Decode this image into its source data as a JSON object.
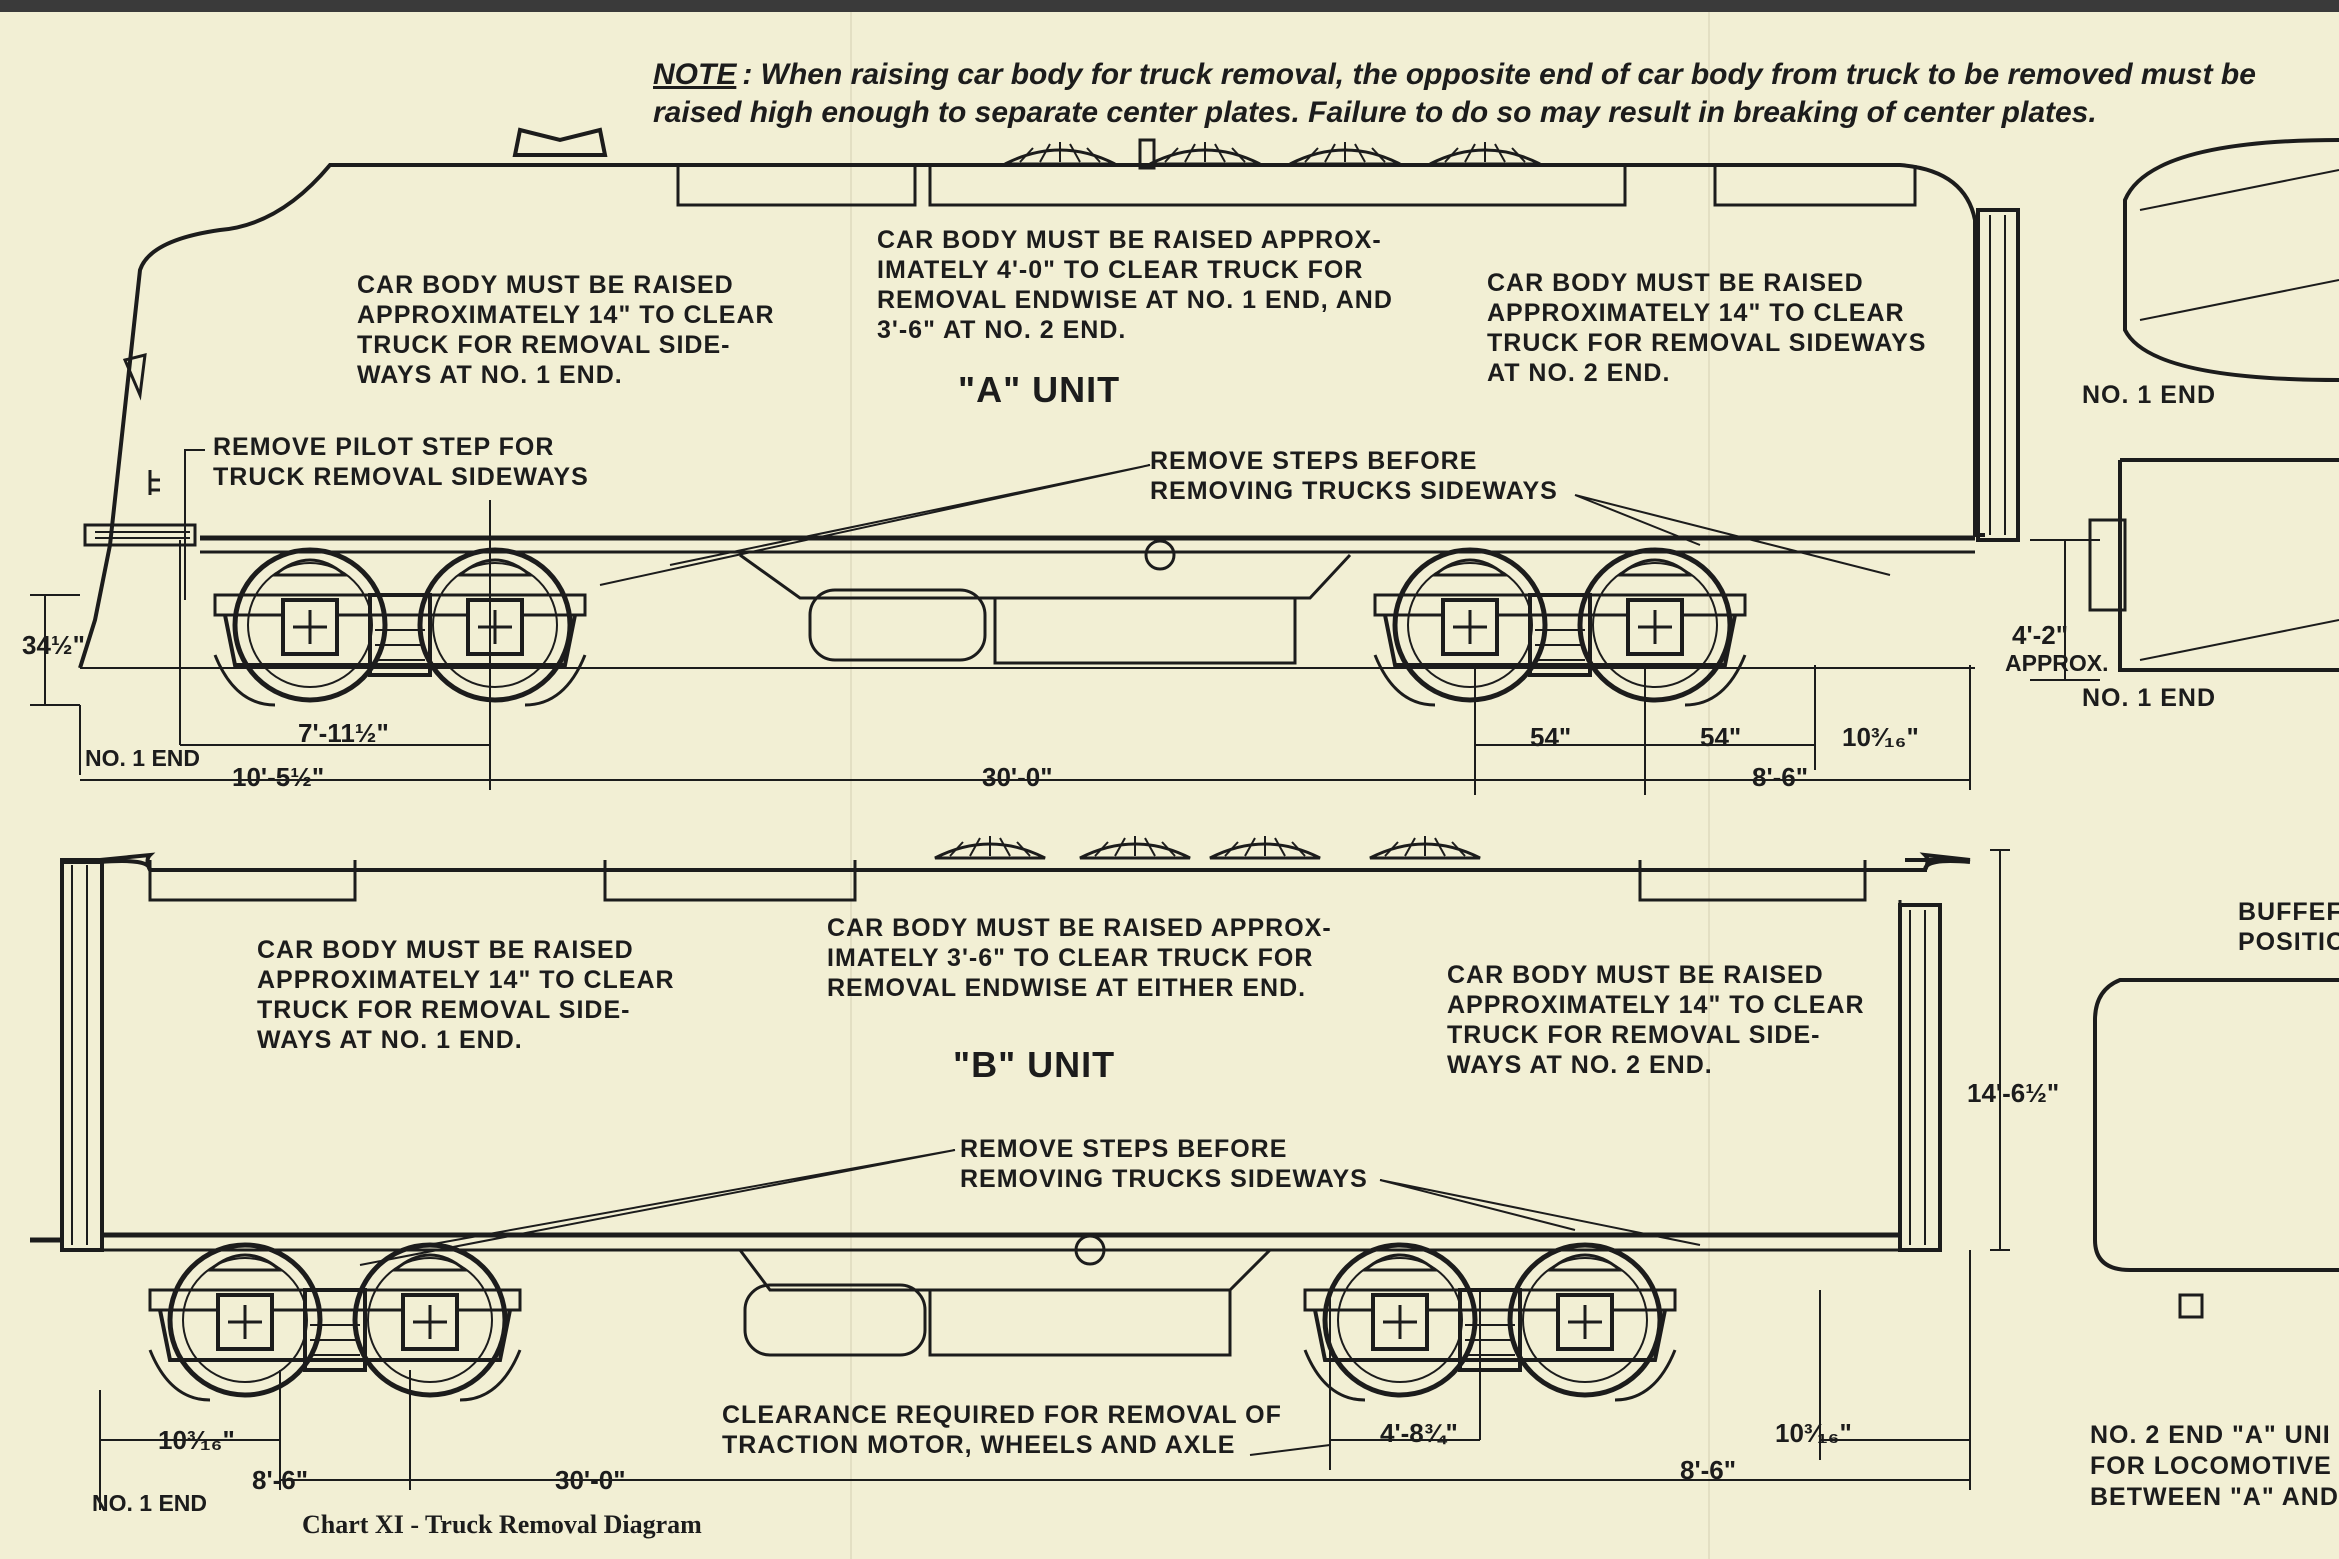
{
  "note": {
    "label": "NOTE",
    "text": ": When raising car body for truck removal, the opposite end of car body from truck to be removed must be raised high enough to separate center plates. Failure to do so may result in breaking of center plates."
  },
  "a_unit": {
    "title": "\"A\" UNIT",
    "left_text": "CAR BODY MUST BE RAISED\nAPPROXIMATELY 14\" TO CLEAR\nTRUCK FOR REMOVAL SIDE-\nWAYS AT NO. 1 END.",
    "center_text": "CAR BODY MUST BE RAISED APPROX-\nIMATELY 4'-0\" TO CLEAR TRUCK FOR\nREMOVAL ENDWISE AT NO. 1 END, AND\n3'-6\" AT NO. 2 END.",
    "right_text": "CAR BODY MUST BE RAISED\nAPPROXIMATELY 14\" TO CLEAR\nTRUCK FOR REMOVAL SIDEWAYS\nAT NO. 2 END.",
    "pilot_step": "REMOVE PILOT STEP FOR\nTRUCK REMOVAL SIDEWAYS",
    "steps": "REMOVE STEPS BEFORE\nREMOVING TRUCKS SIDEWAYS",
    "dims": {
      "coupler_height": "34½\"",
      "no1_end": "NO. 1 END",
      "d_7_11": "7'-11½\"",
      "d_10_5": "10'-5½\"",
      "d_30": "30'-0\"",
      "d_54a": "54\"",
      "d_54b": "54\"",
      "d_10_3_16": "10³⁄₁₆\"",
      "d_8_6": "8'-6\"",
      "d_4_2": "4'-2\"",
      "approx": "APPROX."
    }
  },
  "b_unit": {
    "title": "\"B\" UNIT",
    "left_text": "CAR BODY MUST BE RAISED\nAPPROXIMATELY 14\" TO CLEAR\nTRUCK FOR REMOVAL SIDE-\nWAYS AT NO. 1 END.",
    "center_text": "CAR BODY MUST BE RAISED APPROX-\nIMATELY 3'-6\" TO CLEAR TRUCK FOR\nREMOVAL ENDWISE AT EITHER END.",
    "right_text": "CAR BODY MUST BE RAISED\nAPPROXIMATELY 14\" TO CLEAR\nTRUCK FOR REMOVAL SIDE-\nWAYS AT NO. 2 END.",
    "steps": "REMOVE STEPS BEFORE\nREMOVING TRUCKS SIDEWAYS",
    "clearance": "CLEARANCE REQUIRED FOR REMOVAL OF\nTRACTION MOTOR, WHEELS AND AXLE",
    "dims": {
      "height": "14'-6½\"",
      "d_10_3_16_left": "10³⁄₁₆\"",
      "d_8_6_left": "8'-6\"",
      "d_30": "30'-0\"",
      "d_4_8": "4'-8¾\"",
      "d_10_3_16_right": "10³⁄₁₆\"",
      "d_8_6_right": "8'-6\"",
      "no1_end": "NO. 1 END"
    }
  },
  "side_panel": {
    "no1_end_top": "NO. 1 END",
    "no1_end_mid": "NO. 1 END",
    "buffer": "BUFFEF\nPOSITIC",
    "no2_end": "NO. 2 END \"A\" UNI\nFOR LOCOMOTIVE\nBETWEEN \"A\" AND"
  },
  "caption": "Chart XI - Truck Removal Diagram"
}
